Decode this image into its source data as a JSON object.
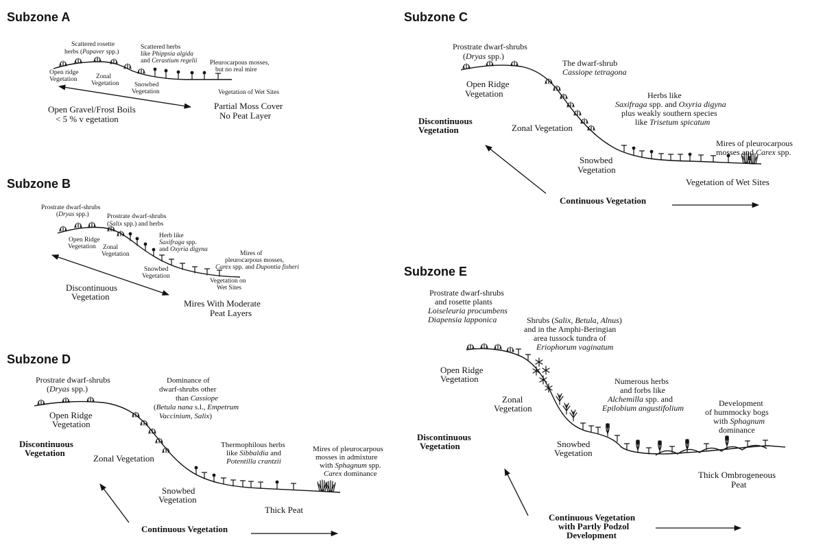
{
  "A": {
    "title": "Subzone A",
    "l1a": "Scattered rosette",
    "l1b": "herbs (",
    "l1c": "Papaver",
    "l1d": " spp.)",
    "l2a": "Scattered herbs",
    "l2b": "like ",
    "l2c": "Phippsia algida",
    "l2d": "and ",
    "l2e": "Cerastium regelii",
    "l3a": "Pleurocarpous mosses,",
    "l3b": "but no real mire",
    "l4a": "Open ridge",
    "l4b": "Vegetation",
    "l5a": "Zonal",
    "l5b": "Vegetation",
    "l6a": "Snowbed",
    "l6b": "Vegetation",
    "l7": "Vegetation of Wet Sites",
    "l8a": "Open Gravel/Frost Boils",
    "l8b": "< 5 % v egetation",
    "l9a": "Partial Moss Cover",
    "l9b": "No Peat Layer"
  },
  "B": {
    "title": "Subzone B",
    "l1a": "Prostrate dwarf-shrubs",
    "l1b": "(",
    "l1c": "Dryas",
    "l1d": " spp.)",
    "l2a": "Prostrate dwarf-shrubs",
    "l2b": "(",
    "l2c": "Salix",
    "l2d": " spp.) and herbs",
    "l3a": "Herb like",
    "l3b": "Saxifraga",
    "l3c": " spp.",
    "l3d": "and ",
    "l3e": "Oxyria digyna",
    "l4a": "Mires of",
    "l4b": "pleurocarpous mosses,",
    "l4c": "Carex",
    "l4d": " spp. and ",
    "l4e": "Dupontia fisheri",
    "l5a": "Open Ridge",
    "l5b": "Vegetation",
    "l6a": "Zonal",
    "l6b": "Vegetation",
    "l7a": "Snowbed",
    "l7b": "Vegetation",
    "l8a": "Vegetation on",
    "l8b": "Wet Sites",
    "l9a": "Discontinuous",
    "l9b": "Vegetation",
    "l10a": "Mires With Moderate",
    "l10b": "Peat Layers"
  },
  "C": {
    "title": "Subzone C",
    "l1a": "Prostrate dwarf-shrubs",
    "l1b": "(",
    "l1c": "Dryas",
    "l1d": " spp.)",
    "l2a": "The dwarf-shrub",
    "l2b": "Cassiope tetragona",
    "l3a": "Open Ridge",
    "l3b": "Vegetation",
    "l4a": "Herbs like",
    "l4b": "Saxifraga",
    "l4c": " spp. and ",
    "l4d": "Oxyria digyna",
    "l4e": "plus weakly southern species",
    "l4f": "like ",
    "l4g": "Trisetum spicatum",
    "l5a": "Discontinuous",
    "l5b": "Vegetation",
    "l6": "Zonal Vegetation",
    "l7a": "Mires of pleurocarpous",
    "l7b": "mosses and ",
    "l7c": "Carex",
    "l7d": " spp.",
    "l8a": "Snowbed",
    "l8b": "Vegetation",
    "l9": "Vegetation of Wet Sites",
    "l10": "Continuous Vegetation"
  },
  "D": {
    "title": "Subzone D",
    "l1a": "Prostrate dwarf-shrubs",
    "l1b": "(",
    "l1c": "Dryas",
    "l1d": " spp.)",
    "l2a": "Dominance of",
    "l2b": "dwarf-shrubs other",
    "l2c": "than ",
    "l2d": "Cassiope",
    "l2e": "(",
    "l2f": "Betula nana",
    "l2g": " s.l., ",
    "l2h": "Empetrum",
    "l2i": "Vaccinium, Salix",
    "l2j": ")",
    "l3a": "Open Ridge",
    "l3b": "Vegetation",
    "l4a": "Discontinuous",
    "l4b": "Vegetation",
    "l5": "Zonal Vegetation",
    "l6a": "Thermophilous herbs",
    "l6b": "like ",
    "l6c": "Sibbaldia",
    "l6d": " and",
    "l6e": "Potentilla crantzii",
    "l7a": "Mires of pleurocarpous",
    "l7b": "mosses in admixture",
    "l7c": "with ",
    "l7d": "Sphagnum",
    "l7e": " spp.",
    "l7f": "Carex",
    "l7g": " dominance",
    "l8a": "Snowbed",
    "l8b": "Vegetation",
    "l9": "Thick Peat",
    "l10": "Continuous Vegetation"
  },
  "E": {
    "title": "Subzone E",
    "l1a": "Prostrate dwarf-shrubs",
    "l1b": "and rosette plants",
    "l1c": "Loiseleuria procumbens",
    "l1d": "Diapensia lapponica",
    "l2a": "Shrubs (",
    "l2b": "Salix, Betula, Alnus",
    "l2c": ")",
    "l2d": "and in the Amphi-Beringian",
    "l2e": "area tussock tundra of",
    "l2f": "Eriophorum vaginatum",
    "l3a": "Open Ridge",
    "l3b": "Vegetation",
    "l4a": "Zonal",
    "l4b": "Vegetation",
    "l5a": "Numerous herbs",
    "l5b": "and forbs like",
    "l5c": "Alchemilla",
    "l5d": " spp. and",
    "l5e": "Epilobium angustifolium",
    "l6a": "Development",
    "l6b": "of hummocky bogs",
    "l6c": "with ",
    "l6d": "Sphagnum",
    "l6e": "dominance",
    "l7a": "Discontinuous",
    "l7b": "Vegetation",
    "l8a": "Snowbed",
    "l8b": "Vegetation",
    "l9a": "Thick Ombrogeneous",
    "l9b": "Peat",
    "l10a": "Continuous Vegetation",
    "l10b": "with Partly Podzol",
    "l10c": "Development"
  }
}
